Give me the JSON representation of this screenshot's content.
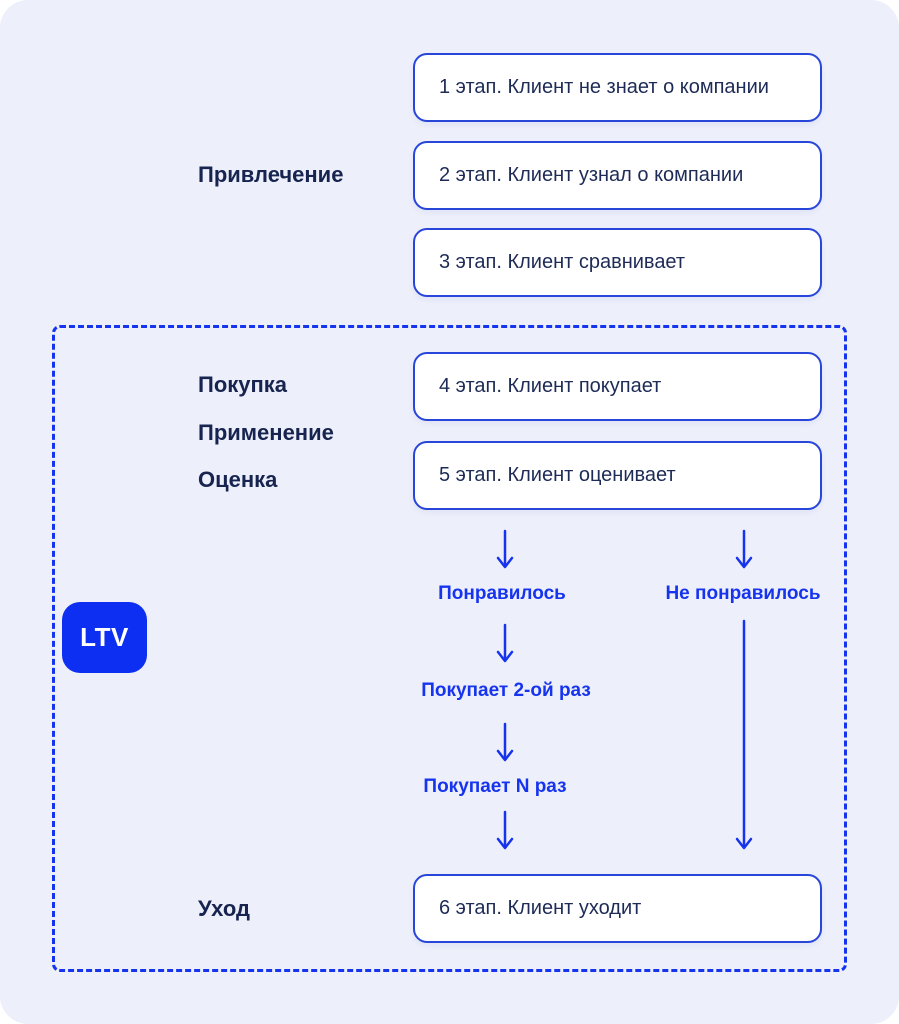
{
  "colors": {
    "card_background": "#edeffb",
    "box_border": "#2946da",
    "box_fill": "#ffffff",
    "navy_text": "#1d2b56",
    "accent_blue": "#1634ee",
    "ltv_badge_bg": "#0d2ff2",
    "ltv_badge_text": "#ffffff"
  },
  "sections": {
    "attraction": {
      "label": "Привлечение",
      "stages": [
        "1 этап. Клиент не знает о компании",
        "2 этап. Клиент узнал о компании",
        "3 этап. Клиент сравнивает"
      ]
    },
    "ltv": {
      "badge": "LTV",
      "labels": {
        "purchase": "Покупка",
        "apply": "Применение",
        "evaluate": "Оценка"
      },
      "stages": [
        "4 этап. Клиент покупает",
        "5 этап. Клиент оценивает"
      ],
      "flow": {
        "liked": "Понравилось",
        "disliked": "Не понравилось",
        "buys_second": "Покупает 2-ой раз",
        "buys_n": "Покупает N раз"
      },
      "churn_label": "Уход",
      "churn_stage": "6 этап. Клиент уходит"
    }
  }
}
